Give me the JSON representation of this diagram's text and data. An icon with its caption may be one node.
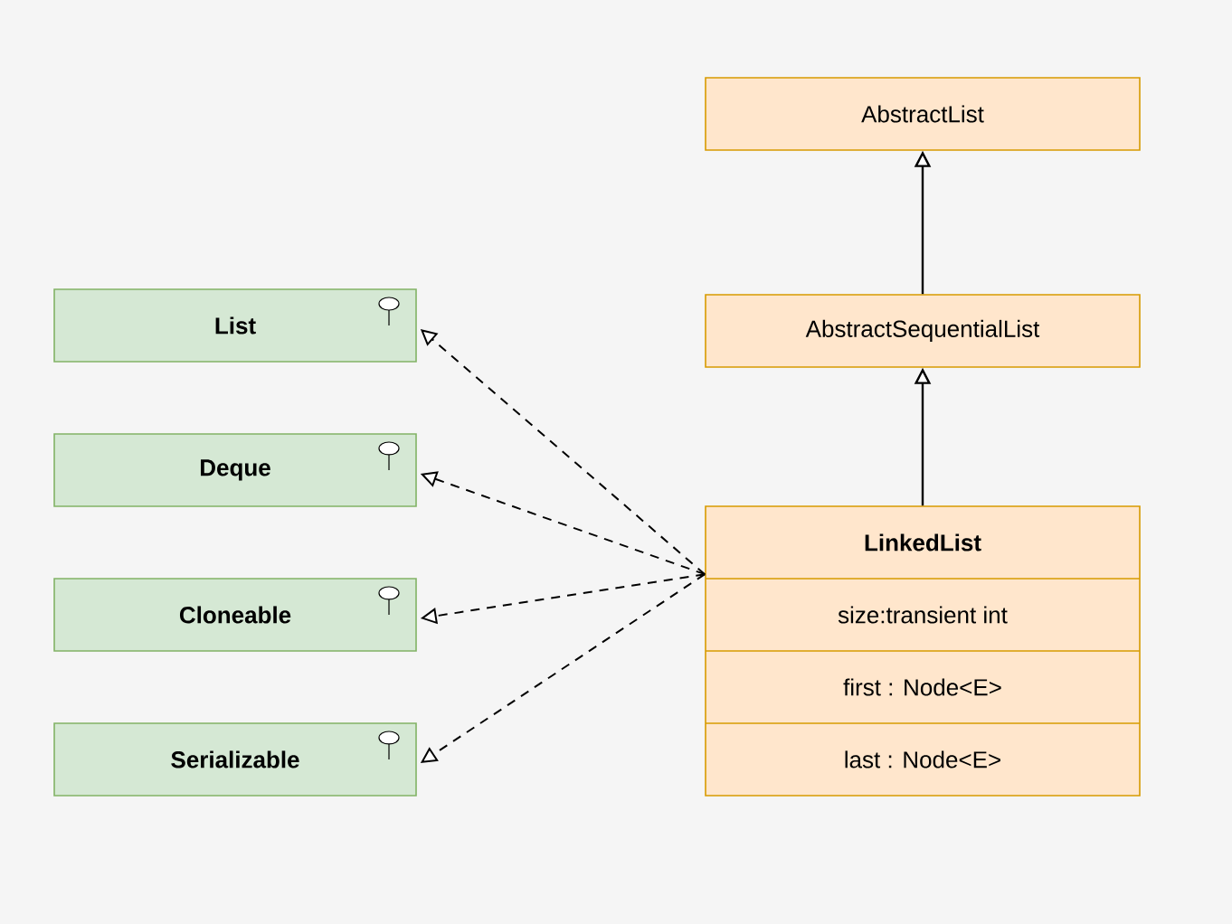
{
  "diagram": {
    "nodes": [
      {
        "text": [
          "AbstractList"
        ]
      },
      {
        "text": [
          "AbstractSequentialList"
        ]
      },
      {
        "text": [
          "LinkedList",
          "size:transient int",
          "first : Node<E>",
          "last : Node<E>"
        ]
      },
      {
        "text": [
          "List"
        ]
      },
      {
        "text": [
          "Deque"
        ]
      },
      {
        "text": [
          "Cloneable"
        ]
      },
      {
        "text": [
          "Serializable"
        ]
      }
    ],
    "edges": [
      {
        "from": 1,
        "to": 0,
        "arrow": "to"
      },
      {
        "from": 2,
        "to": 1,
        "arrow": "to"
      },
      {
        "from": 2,
        "to": 3,
        "arrow": "to",
        "style": "dashed"
      },
      {
        "from": 2,
        "to": 4,
        "arrow": "to",
        "style": "dashed"
      },
      {
        "from": 2,
        "to": 5,
        "arrow": "to",
        "style": "dashed"
      },
      {
        "from": 2,
        "to": 6,
        "arrow": "to",
        "style": "dashed"
      }
    ]
  }
}
